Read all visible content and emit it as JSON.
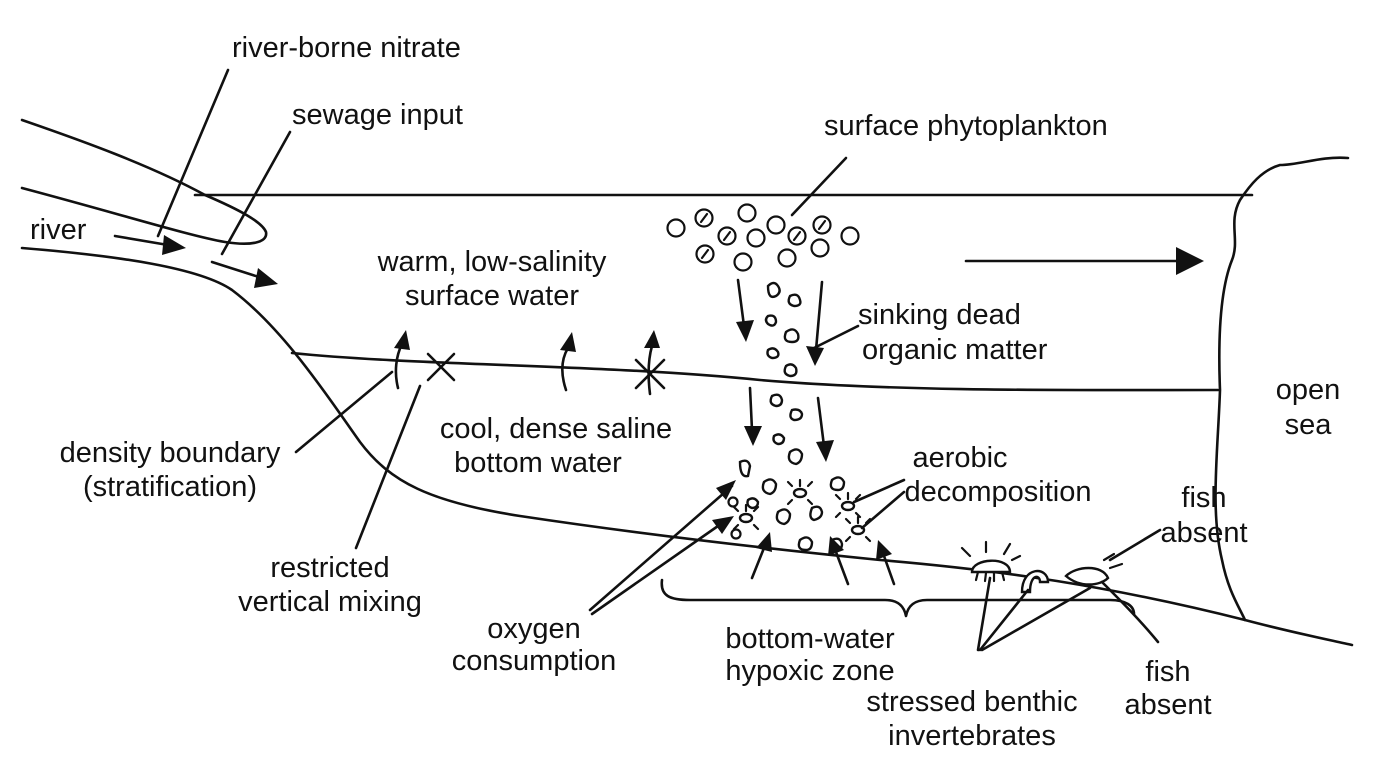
{
  "labels": {
    "river_borne_nitrate": "river-borne nitrate",
    "sewage_input": "sewage input",
    "river": "river",
    "surface_phytoplankton": "surface phytoplankton",
    "warm_surface_1": "warm, low-salinity",
    "warm_surface_2": "surface water",
    "sinking_1": "sinking dead",
    "sinking_2": "organic matter",
    "open_sea_1": "open",
    "open_sea_2": "sea",
    "density_1": "density boundary",
    "density_2": "(stratification)",
    "cool_1": "cool, dense saline",
    "cool_2": "bottom water",
    "aerobic_1": "aerobic",
    "aerobic_2": "decomposition",
    "fish_absent_top_1": "fish",
    "fish_absent_top_2": "absent",
    "restricted_1": "restricted",
    "restricted_2": "vertical mixing",
    "oxygen_1": "oxygen",
    "oxygen_2": "consumption",
    "hypoxic_1": "bottom-water",
    "hypoxic_2": "hypoxic zone",
    "stressed_1": "stressed benthic",
    "stressed_2": "invertebrates",
    "fish_absent_bottom_1": "fish",
    "fish_absent_bottom_2": "absent"
  }
}
